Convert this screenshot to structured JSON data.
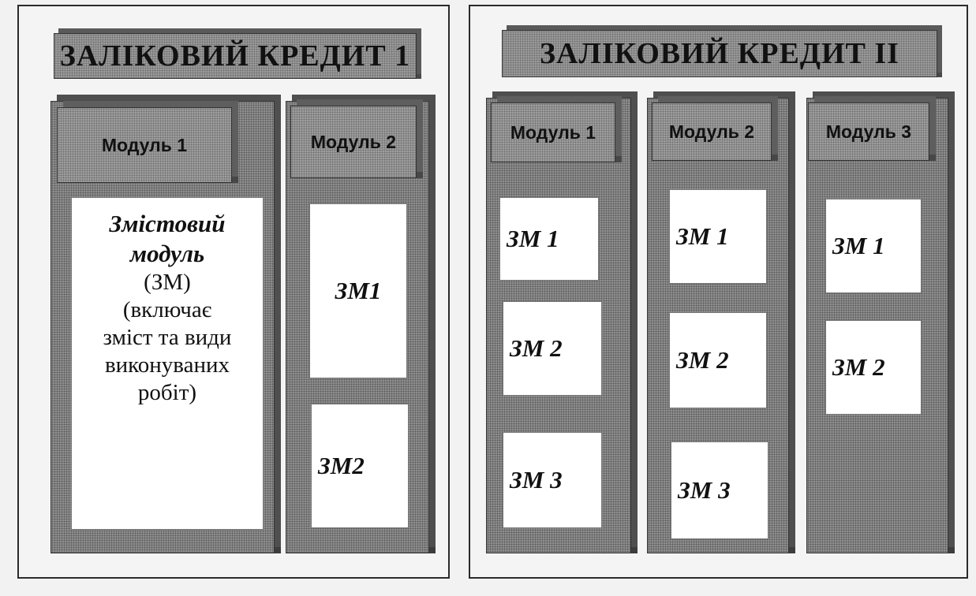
{
  "credit1": {
    "title": "ЗАЛІКОВИЙ  КРЕДИТ 1",
    "module1": {
      "header": "Модуль 1",
      "description": {
        "line1": "Змістовий",
        "line2": "модуль",
        "line3": "(ЗМ)",
        "line4": "(включає",
        "line5": "зміст та види",
        "line6": "виконуваних",
        "line7": "робіт)"
      }
    },
    "module2": {
      "header": "Модуль 2",
      "items": [
        "ЗМ1",
        "ЗМ2"
      ]
    }
  },
  "credit2": {
    "title": "ЗАЛІКОВИЙ КРЕДИТ ІІ",
    "module1": {
      "header": "Модуль 1",
      "items": [
        "ЗМ 1",
        "ЗМ 2",
        "ЗМ 3"
      ]
    },
    "module2": {
      "header": "Модуль 2",
      "items": [
        "ЗМ 1",
        "ЗМ 2",
        "ЗМ 3"
      ]
    },
    "module3": {
      "header": "Модуль 3",
      "items": [
        "ЗМ 1",
        "ЗМ 2"
      ]
    }
  }
}
